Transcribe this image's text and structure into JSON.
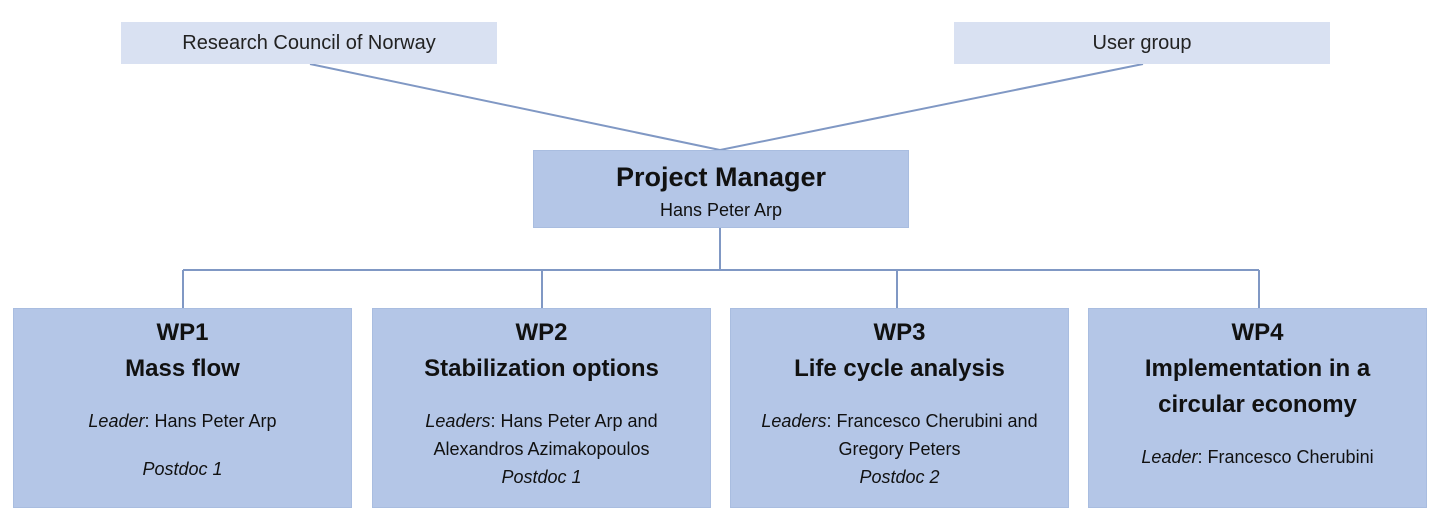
{
  "funders": {
    "left": "Research Council of Norway",
    "right": "User group"
  },
  "manager": {
    "title": "Project Manager",
    "name": "Hans Peter Arp"
  },
  "colors": {
    "box_fill": "#b4c6e7",
    "top_box_fill": "#d9e1f2",
    "connector": "#8098c4"
  },
  "work_packages": [
    {
      "id": "WP1",
      "title_lines": [
        "Mass flow"
      ],
      "leader_role": "Leader",
      "leader_lines": [
        "Hans Peter Arp"
      ],
      "postdoc": "Postdoc 1"
    },
    {
      "id": "WP2",
      "title_lines": [
        "Stabilization options"
      ],
      "leader_role": "Leaders",
      "leader_lines": [
        "Hans Peter Arp and",
        "Alexandros Azimakopoulos"
      ],
      "postdoc": "Postdoc 1"
    },
    {
      "id": "WP3",
      "title_lines": [
        "Life cycle analysis"
      ],
      "leader_role": "Leaders",
      "leader_lines": [
        "Francesco Cherubini and",
        "Gregory Peters"
      ],
      "postdoc": "Postdoc 2"
    },
    {
      "id": "WP4",
      "title_lines": [
        "Implementation in a",
        "circular economy"
      ],
      "leader_role": "Leader",
      "leader_lines": [
        "Francesco Cherubini"
      ],
      "postdoc": ""
    }
  ]
}
